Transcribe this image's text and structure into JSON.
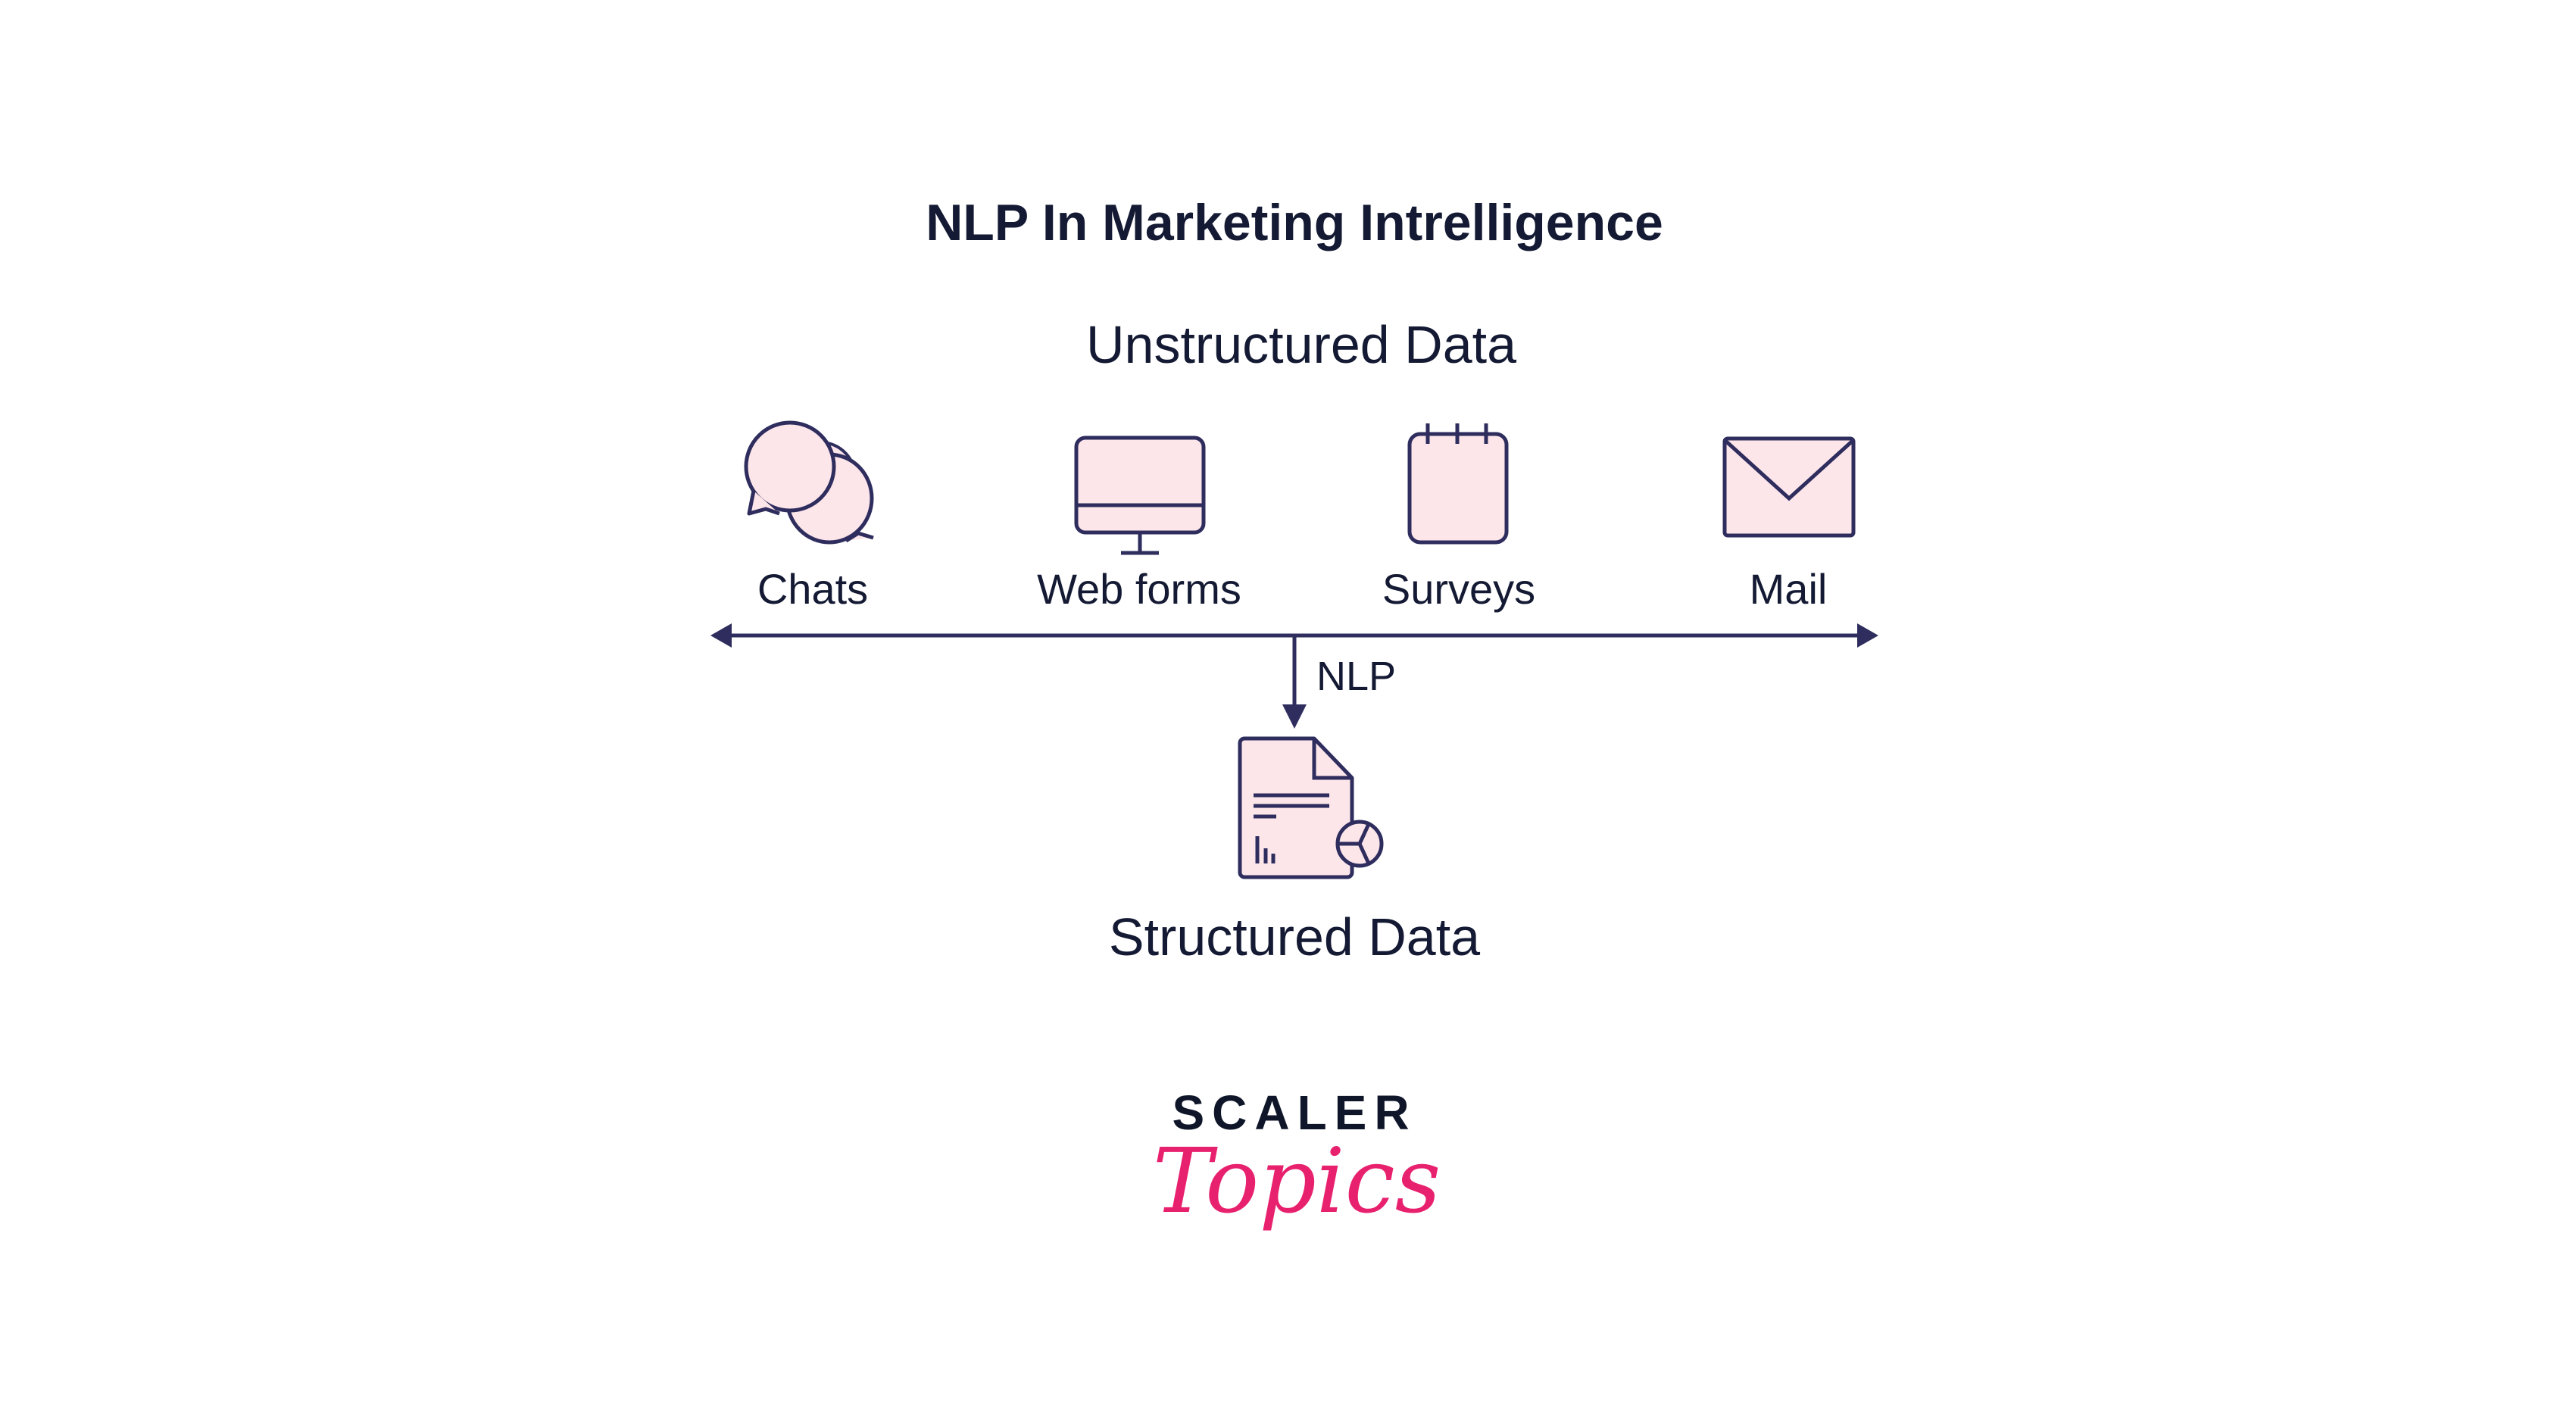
{
  "title": "NLP In Marketing Intrelligence",
  "unstructured_label": "Unstructured Data",
  "sources": [
    {
      "label": "Chats",
      "icon": "chat-bubbles-icon"
    },
    {
      "label": "Web forms",
      "icon": "monitor-icon"
    },
    {
      "label": "Surveys",
      "icon": "notepad-icon"
    },
    {
      "label": "Mail",
      "icon": "envelope-icon"
    }
  ],
  "process_label": "NLP",
  "structured_label": "Structured Data",
  "logo": {
    "line1": "SCALER",
    "line2": "Topics"
  },
  "colors": {
    "stroke": "#2e2d5e",
    "fill": "#fde6ea",
    "brand_pink": "#e8216e",
    "text": "#141a33"
  }
}
